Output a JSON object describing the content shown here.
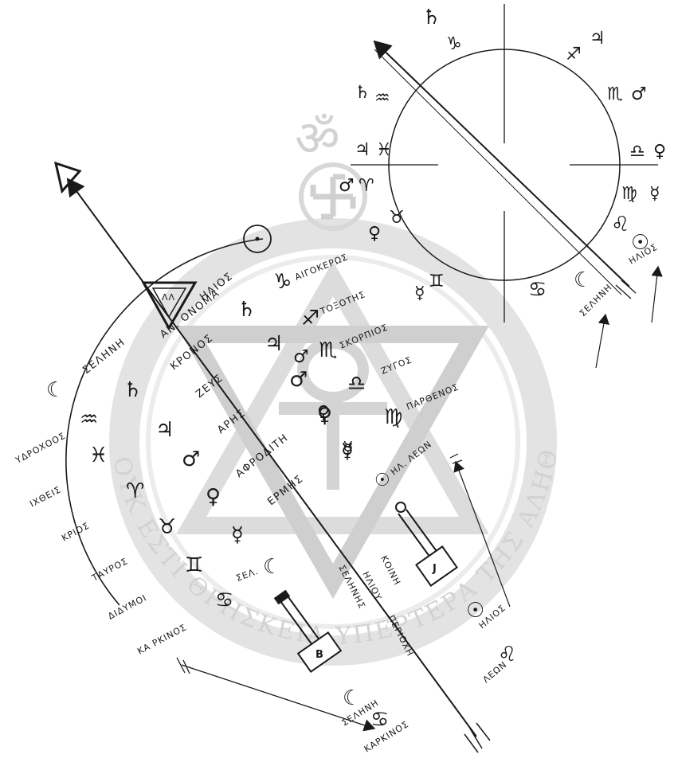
{
  "watermark": {
    "om": "ॐ",
    "motto": "ΟΥΚ ΕΣΤΙ ΘΡΗΣΚΕΙΑ ΥΠΕΡΤΕΡΑ ΤΗΣ ΑΛΗΘΕΙΑΣ"
  },
  "planet_column": {
    "helios": "ΗΛΙΟΣ",
    "an_onoma": "ΑΝ. ΟΝΟΜΑ",
    "triangle_mark": "ΛΛ",
    "selene": "ΣΕΛΗΝΗ",
    "kronos": "ΚΡΟΝΟΣ",
    "zeus": "ΖΕΥΣ",
    "ares": "ΑΡΗΣ",
    "aphrodite": "ΑΦΡΟΔΙΤΗ",
    "hermes": "ΕΡΜΗΣ"
  },
  "sign_column": {
    "aigokeros": "ΑΙΓΟΚΕΡΩΣ",
    "toxotis": "ΤΟΞΟΤΗΣ",
    "skorpios": "ΣΚΟΡΠΙΟΣ",
    "zygos": "ΖΥΓΟΣ",
    "parthenos": "ΠΑΡΘΕΝΟΣ",
    "leon_small": "ΗΛ. ΛΕΩΝ"
  },
  "left_signs": {
    "ydrochoos": "ΥΔΡΟΧΟΟΣ",
    "ichtheis": "ΙΧΘΕΙΣ",
    "krios": "ΚΡΙΟΣ",
    "tavros": "ΤΑΥΡΟΣ",
    "didymoi": "ΔΙΔΥΜΟΙ",
    "karkinos": "ΚΑ ΡΚΙΝΟΣ"
  },
  "axis": {
    "koini": "ΚΟΙΝΗ",
    "selini": "ΣΕΛΗΝΗΣ",
    "ilioy": "ΗΛΙΟΥ",
    "periochi": "ΠΕΡΙΟΧΗ"
  },
  "pillars": {
    "left": "Β",
    "right": "J"
  },
  "bottom": {
    "selini": "ΣΕΛΗΝΗ",
    "karkinos": "ΚΑΡΚΙΝΟΣ",
    "helios": "ΗΛΙΟΣ",
    "leon": "ΛΕΩΝ",
    "selini_small": "ΣΕΛ."
  },
  "wheel": {
    "selini": "ΣΕΛΗΝΗ",
    "helios": "ΗΛΙΟΣ"
  },
  "glyphs": {
    "sun": "☉",
    "moon": "☾",
    "saturn": "♄",
    "jupiter": "♃",
    "mars": "♂",
    "venus": "♀",
    "mercury": "☿",
    "aries": "♈",
    "taurus": "♉",
    "gemini": "♊",
    "cancer": "♋",
    "leo": "♌",
    "virgo": "♍",
    "libra": "♎",
    "scorpio": "♏",
    "sagittarius": "♐",
    "capricorn": "♑",
    "aquarius": "♒",
    "pisces": "♓"
  }
}
